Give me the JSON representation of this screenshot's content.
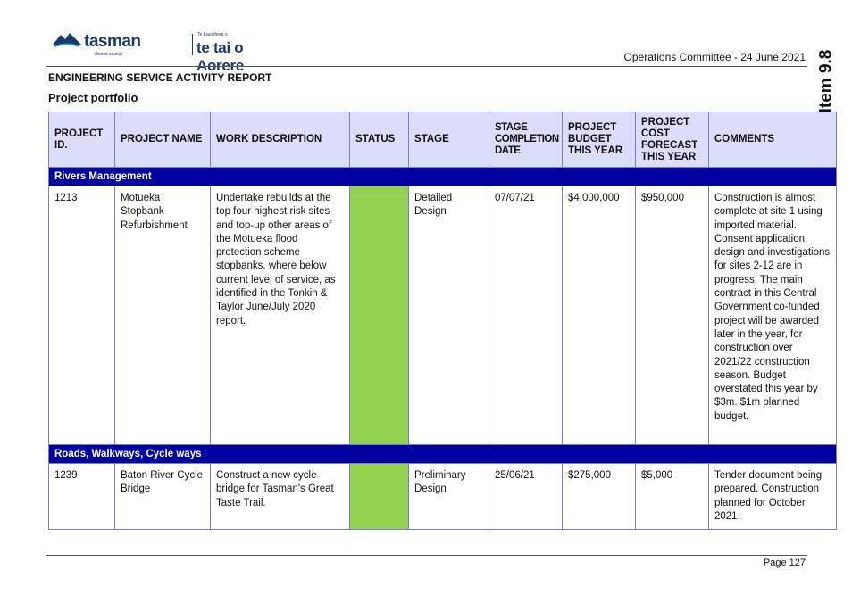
{
  "header": {
    "logo_main": "tasman",
    "logo_sub": "district council",
    "logo_maori_small": "Te Kaunihera o",
    "logo_maori": "te tai o Aorere",
    "committee": "Operations Committee - 24 June 2021",
    "side_label": "Item 9.8"
  },
  "report_title": "ENGINEERING SERVICE ACTIVITY REPORT",
  "section_title": "Project portfolio",
  "table": {
    "headers": {
      "project_id": "PROJECT ID.",
      "project_name": "PROJECT NAME",
      "work_description": "WORK DESCRIPTION",
      "status": "STATUS",
      "stage": "STAGE",
      "stage_completion": "STAGE COMPLETION DATE",
      "budget": "PROJECT BUDGET THIS YEAR",
      "forecast": "PROJECT COST FORECAST THIS YEAR",
      "comments": "COMMENTS"
    },
    "groups": [
      {
        "name": "Rivers Management",
        "rows": [
          {
            "id": "1213",
            "name": "Motueka Stopbank Refurbishment",
            "description": "Undertake rebuilds at the top four highest risk sites and top-up other areas of the Motueka flood protection scheme stopbanks, where below current level of service, as identified in the Tonkin & Taylor June/July 2020 report.",
            "status_color": "#92d050",
            "stage": "Detailed Design",
            "completion": "07/07/21",
            "budget": "$4,000,000",
            "forecast": "$950,000",
            "comments": "Construction is almost complete at site 1 using imported material. Consent application, design and investigations for sites 2-12 are in progress. The main contract in this Central Government co-funded project will be awarded later in the year, for construction over 2021/22 construction season. Budget overstated this year by $3m. $1m planned budget."
          }
        ]
      },
      {
        "name": "Roads, Walkways, Cycle ways",
        "rows": [
          {
            "id": "1239",
            "name": "Baton River Cycle Bridge",
            "description": "Construct a new cycle bridge for Tasman's Great Taste Trail.",
            "status_color": "#92d050",
            "stage": "Preliminary Design",
            "completion": "25/06/21",
            "budget": "$275,000",
            "forecast": "$5,000",
            "comments": "Tender document being prepared. Construction planned for October 2021."
          }
        ]
      }
    ]
  },
  "footer": {
    "page": "Page 127"
  }
}
